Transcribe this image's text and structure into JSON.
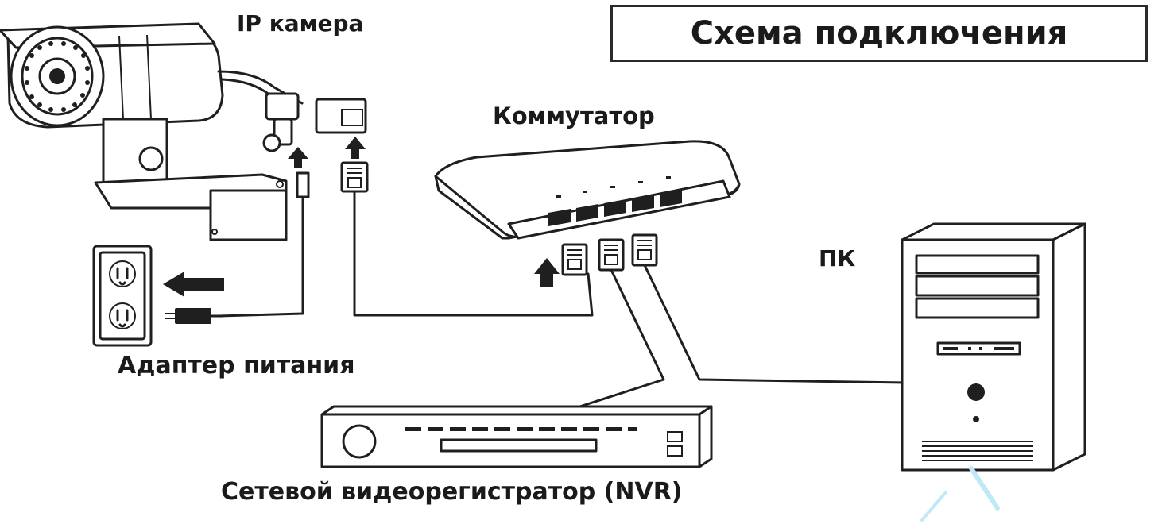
{
  "title": "Схема подключения",
  "labels": {
    "ip_camera": "IP камера",
    "switch": "Коммутатор",
    "pc": "ПК",
    "power_adapter": "Адаптер питания",
    "nvr": "Сетевой видеорегистратор (NVR)"
  },
  "colors": {
    "line": "#1f1f1f",
    "background": "#ffffff"
  }
}
